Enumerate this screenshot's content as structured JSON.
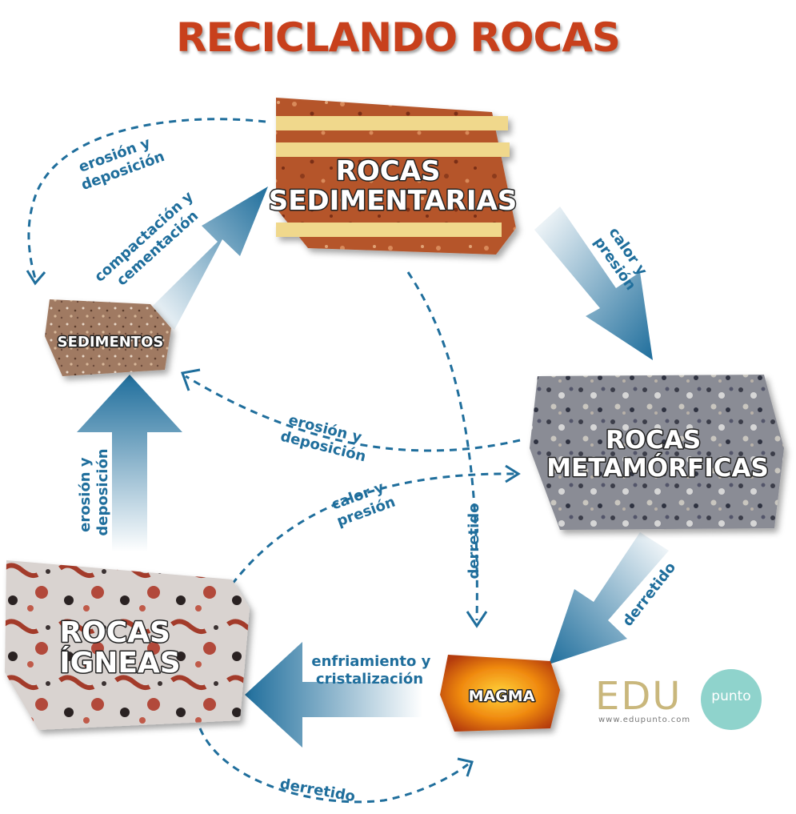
{
  "title": "RECICLANDO ROCAS",
  "rocks": {
    "sedimentarias": [
      "ROCAS",
      "SEDIMENTARIAS"
    ],
    "metamorficas": [
      "ROCAS",
      "METAMÓRFICAS"
    ],
    "igneas": [
      "ROCAS",
      "ÍGNEAS"
    ],
    "sedimentos": "SEDIMENTOS",
    "magma": "MAGMA"
  },
  "processes": {
    "erosion_top": [
      "erosión y",
      "deposición"
    ],
    "compactacion": [
      "compactación y",
      "cementación"
    ],
    "calor_right": [
      "calor y",
      "presión"
    ],
    "erosion_middle": [
      "erosión y",
      "deposición"
    ],
    "erosion_left": [
      "erosión y",
      "deposición"
    ],
    "calor_middle": [
      "calor y",
      "presión"
    ],
    "derretido_middle": "derretido",
    "derretido_right": "derretido",
    "enfriamiento": [
      "enfriamiento y",
      "cristalización"
    ],
    "derretido_bottom": "derretido"
  },
  "logo": {
    "edu": "EDU",
    "punto": "punto",
    "url": "www.edupunto.com"
  },
  "colors": {
    "title": "#c8401c",
    "process": "#1f6e9c",
    "arrow": "#1f6e9c"
  }
}
